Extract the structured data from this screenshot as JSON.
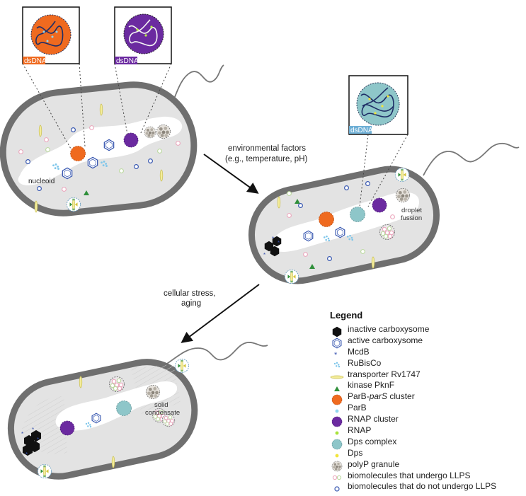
{
  "labels": {
    "dsdna1": "dsDNA",
    "dsdna2": "dsDNA",
    "dsdna3": "dsDNA",
    "nucleoid": "nucleoid",
    "env_line1": "environmental factors",
    "env_line2": "(e.g., temperature, pH)",
    "stress_line1": "cellular stress,",
    "stress_line2": "aging",
    "droplet_line1": "droplet",
    "droplet_line2": "fussion",
    "solid_line1": "solid",
    "solid_line2": "condensate"
  },
  "legend": {
    "title": "Legend",
    "items": [
      {
        "icon": "inactive-carboxysome-icon",
        "label": "inactive carboxysome"
      },
      {
        "icon": "active-carboxysome-icon",
        "label": "active carboxysome"
      },
      {
        "icon": "mcdb-icon",
        "label": "McdB"
      },
      {
        "icon": "rubisco-icon",
        "label": "RuBisCo"
      },
      {
        "icon": "transporter-icon",
        "label": "transporter Rv1747"
      },
      {
        "icon": "kinase-icon",
        "label": "kinase PknF"
      },
      {
        "icon": "parb-pars-cluster-icon",
        "label_prefix": "ParB-",
        "label_italic": "parS",
        "label_suffix": " cluster"
      },
      {
        "icon": "parb-icon",
        "label": "ParB"
      },
      {
        "icon": "rnap-cluster-icon",
        "label": "RNAP cluster"
      },
      {
        "icon": "rnap-icon",
        "label": "RNAP"
      },
      {
        "icon": "dps-complex-icon",
        "label": "Dps complex"
      },
      {
        "icon": "dps-icon",
        "label": "Dps"
      },
      {
        "icon": "polyp-granule-icon",
        "label": "polyP granule"
      },
      {
        "icon": "llps-biomolecule-icon",
        "label": "biomolecules that undergo LLPS"
      },
      {
        "icon": "non-llps-biomolecule-icon",
        "label": "biomolecules that do not undergo LLPS"
      }
    ]
  },
  "colors": {
    "cell_wall": "#6f6f6f",
    "cytoplasm": "#e3e3e3",
    "nucleoid": "#ffffff",
    "parb_cluster": "#ef6a1f",
    "rnap_cluster": "#6b2aa0",
    "dps_complex": "#8ec6c9",
    "dsdna_tag_orange": "#ef6a1f",
    "dsdna_tag_purple": "#6b2aa0",
    "dsdna_tag_blue": "#6fb0d6",
    "carboxysome_outline": "#3656b0",
    "kinase": "#2f8f3a",
    "transporter": "#f3ec9a",
    "arrow": "#111111"
  }
}
